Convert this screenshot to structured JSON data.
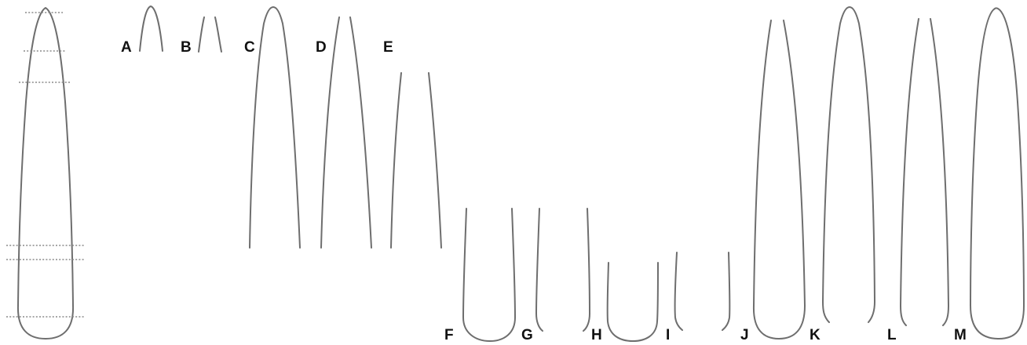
{
  "diagram": {
    "panels": [
      {
        "id": "A",
        "label": "A"
      },
      {
        "id": "B",
        "label": "B"
      },
      {
        "id": "C",
        "label": "C"
      },
      {
        "id": "D",
        "label": "D"
      },
      {
        "id": "E",
        "label": "E"
      },
      {
        "id": "F",
        "label": "F"
      },
      {
        "id": "G",
        "label": "G"
      },
      {
        "id": "H",
        "label": "H"
      },
      {
        "id": "I",
        "label": "I"
      },
      {
        "id": "J",
        "label": "J"
      },
      {
        "id": "K",
        "label": "K"
      },
      {
        "id": "L",
        "label": "L"
      },
      {
        "id": "M",
        "label": "M"
      }
    ],
    "guide_line_count": 6,
    "colors": {
      "outline": "#6e6e6e",
      "guide": "#8a8a8a",
      "label": "#111111"
    }
  }
}
